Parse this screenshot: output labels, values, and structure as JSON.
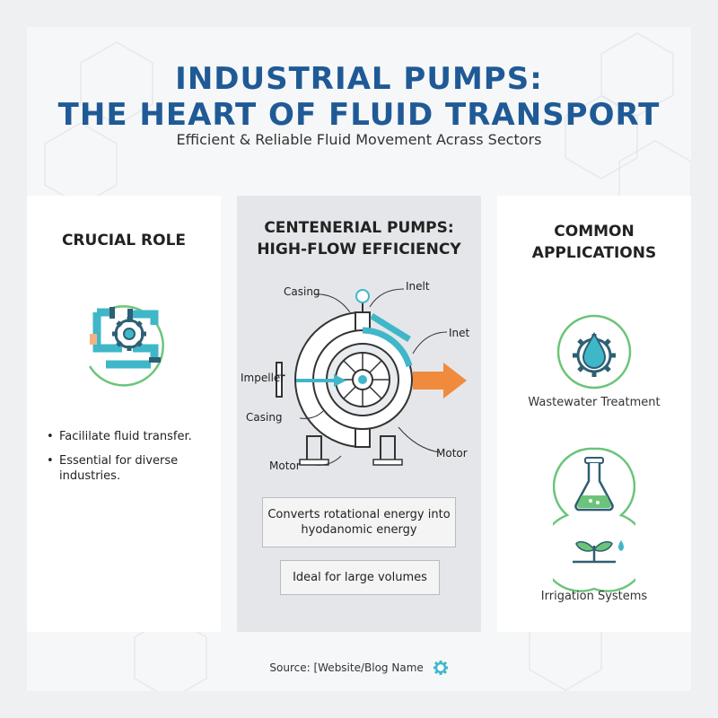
{
  "header": {
    "title_line1": "INDUSTRIAL PUMPS:",
    "title_line2": "THE HEART OF FLUID TRANSPORT",
    "subtitle": "Efficient & Reliable Fluid Movement Acrass Sectors"
  },
  "left": {
    "title": "CRUCIAL ROLE",
    "icon": "pipe-gear-icon",
    "bullets": [
      "Facililate fluid transfer.",
      "Essential for diverse industries."
    ]
  },
  "middle": {
    "title_line1": "CENTENERIAL PUMPS:",
    "title_line2": "HIGH-FLOW EFFICIENCY",
    "labels": {
      "casing_top": "Casing",
      "inlet_top": "Inelt",
      "inlet_right": "Inet",
      "impeller": "Impeller",
      "casing_bottom": "Casing",
      "motor_right": "Motor",
      "motor_bottom": "Motor"
    },
    "box1": "Converts rotational energy into hyodanomic energy",
    "box2": "Ideal for large volumes"
  },
  "right": {
    "title_line1": "COMMON",
    "title_line2": "APPLICATIONS",
    "apps": [
      {
        "label": "Wastewater Treatment",
        "icon": "water-drop-gear-icon"
      },
      {
        "label": "Irrigation Systems",
        "icon": "flask-sprout-icon"
      }
    ]
  },
  "footer": {
    "source": "Source: [Website/Blog Name",
    "icon": "gear-icon"
  },
  "colors": {
    "title": "#1f5a96",
    "accent_teal": "#3fb7c9",
    "accent_green": "#5cbf6a",
    "arrow_orange": "#f08a3c"
  }
}
